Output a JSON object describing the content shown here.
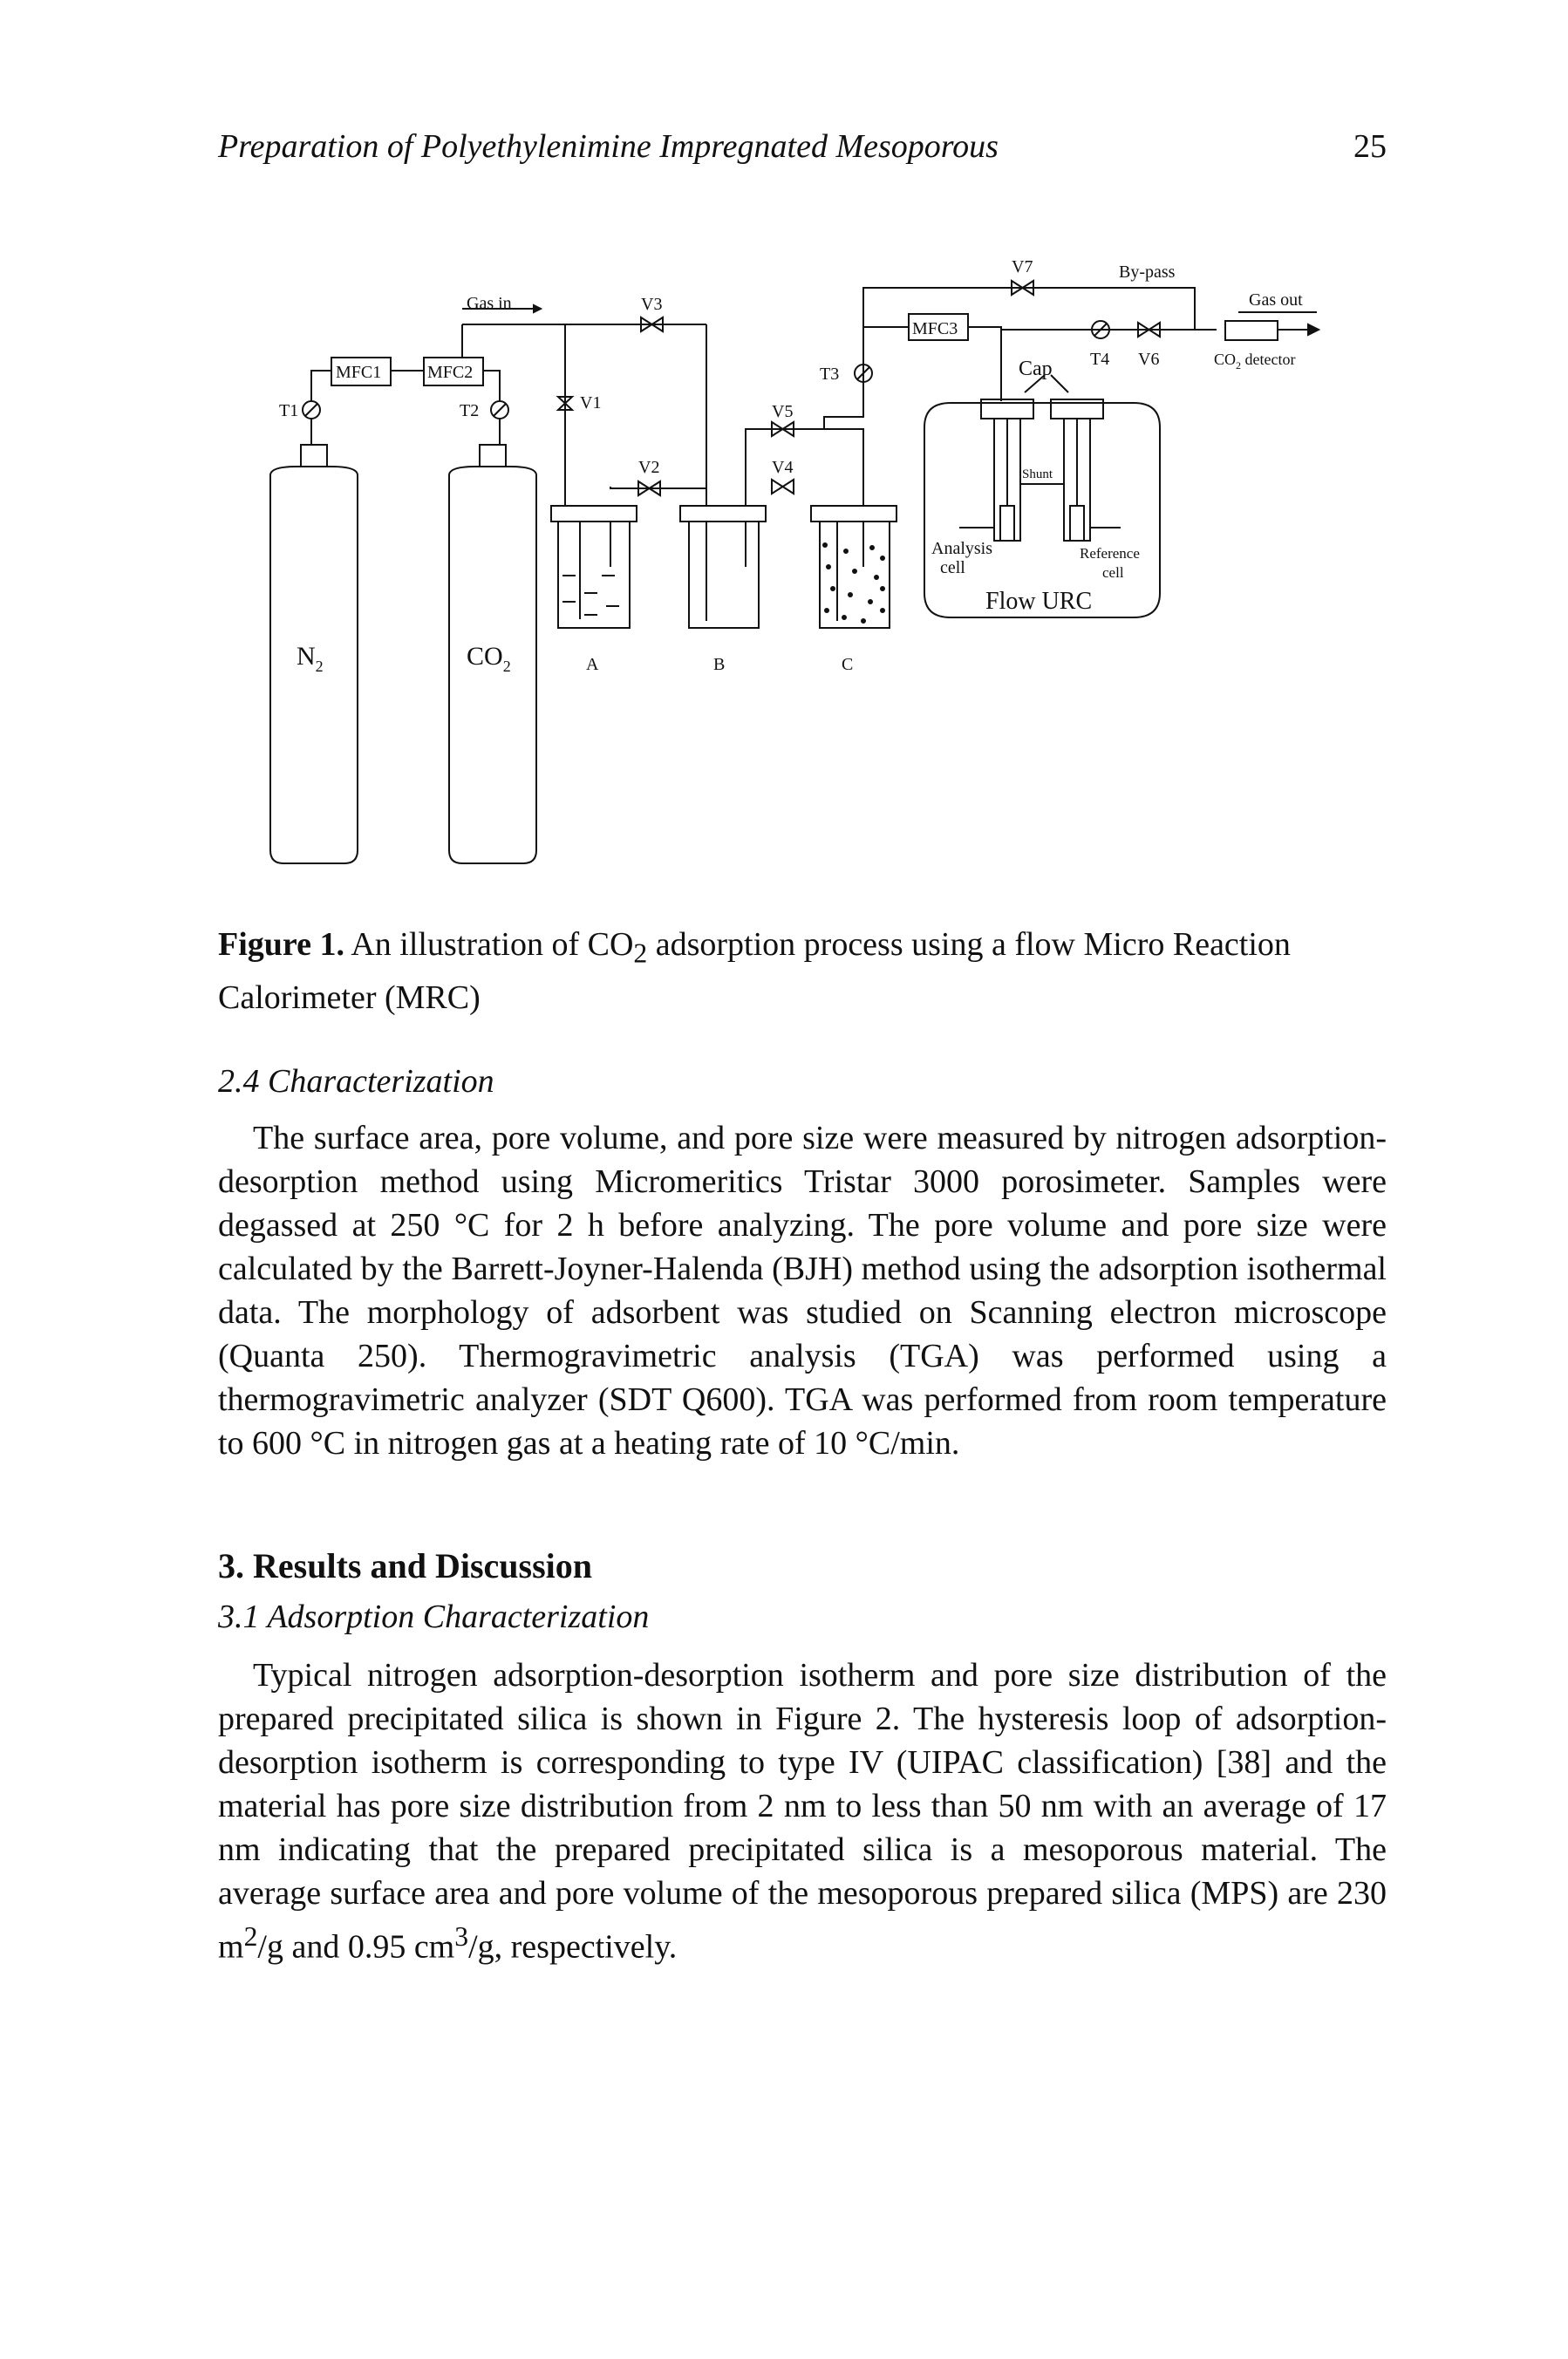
{
  "header": {
    "running_title": "Preparation of Polyethylenimine Impregnated Mesoporous",
    "page_number": "25"
  },
  "figure": {
    "labels": {
      "gas_in": "Gas in",
      "mfc1": "MFC1",
      "mfc2": "MFC2",
      "mfc3": "MFC3",
      "t1": "T1",
      "t2": "T2",
      "t3": "T3",
      "t4": "T4",
      "v1": "V1",
      "v2": "V2",
      "v3": "V3",
      "v4": "V4",
      "v5": "V5",
      "v6": "V6",
      "v7": "V7",
      "bypass": "By-pass",
      "gas_out": "Gas out",
      "cap": "Cap",
      "co2_detector_main": "CO",
      "co2_detector_sub": "2",
      "co2_detector_rest": " detector",
      "shunt": "Shunt",
      "analysis_cell_1": "Analysis",
      "analysis_cell_2": "cell",
      "reference_cell_1": "Reference",
      "reference_cell_2": "cell",
      "flow_urc": "Flow URC",
      "n2_main": "N",
      "n2_sub": "2",
      "co2_main": "CO",
      "co2_sub": "2",
      "vessel_a": "A",
      "vessel_b": "B",
      "vessel_c": "C"
    },
    "caption_label": "Figure 1.",
    "caption_pre": " An illustration of CO",
    "caption_sub": "2",
    "caption_post": " adsorption process using a flow Micro Reaction Calorimeter (MRC)"
  },
  "section_2_4": {
    "heading": "2.4 Characterization",
    "paragraph": "The surface area, pore volume, and pore size were measured by nitrogen adsorption-desorption method using Micromeritics Tristar 3000 porosimeter. Samples were degassed at 250 °C for 2 h before analyzing. The pore volume and pore size were calculated by the Barrett-Joyner-Halenda (BJH) method using the adsorption isothermal data. The morphology of adsorbent was studied on Scanning electron microscope (Quanta 250). Thermogravimetric analysis (TGA) was performed using a thermogravimetric analyzer (SDT Q600). TGA was performed from room temperature to 600 °C in nitrogen gas at a heating rate of 10 °C/min."
  },
  "section_3": {
    "heading": "3.  Results and Discussion",
    "subheading": "3.1  Adsorption Characterization",
    "para_part1": "Typical nitrogen adsorption-desorption isotherm and pore size distribution of the prepared precipitated silica is shown in Figure 2. The hysteresis loop of adsorption-desorption isotherm is corresponding to type IV (UIPAC classification) [38] and the material has pore size distribution from 2 nm to less than 50 nm with an average of 17 nm  indicating that the prepared precipitated silica is a mesoporous material. The average surface area and pore volume of the mesoporous prepared silica (MPS) are 230 m",
    "para_sup1": "2",
    "para_part2": "/g and 0.95 cm",
    "para_sup2": "3",
    "para_part3": "/g, respectively."
  }
}
